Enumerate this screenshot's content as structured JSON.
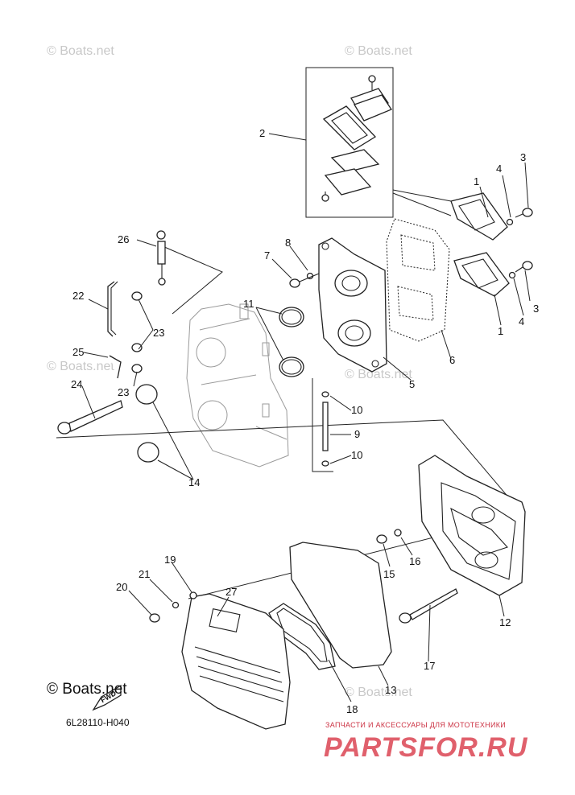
{
  "diagram": {
    "callouts": [
      {
        "id": "c2",
        "text": "2"
      },
      {
        "id": "c1a",
        "text": "1"
      },
      {
        "id": "c4a",
        "text": "4"
      },
      {
        "id": "c3a",
        "text": "3"
      },
      {
        "id": "c26",
        "text": "26"
      },
      {
        "id": "c8",
        "text": "8"
      },
      {
        "id": "c7",
        "text": "7"
      },
      {
        "id": "c22",
        "text": "22"
      },
      {
        "id": "c11",
        "text": "11"
      },
      {
        "id": "c3b",
        "text": "3"
      },
      {
        "id": "c4b",
        "text": "4"
      },
      {
        "id": "c1b",
        "text": "1"
      },
      {
        "id": "c23a",
        "text": "23"
      },
      {
        "id": "c6",
        "text": "6"
      },
      {
        "id": "c25",
        "text": "25"
      },
      {
        "id": "c5",
        "text": "5"
      },
      {
        "id": "c24",
        "text": "24"
      },
      {
        "id": "c23b",
        "text": "23"
      },
      {
        "id": "c10a",
        "text": "10"
      },
      {
        "id": "c9",
        "text": "9"
      },
      {
        "id": "c10b",
        "text": "10"
      },
      {
        "id": "c14",
        "text": "14"
      },
      {
        "id": "c16",
        "text": "16"
      },
      {
        "id": "c15",
        "text": "15"
      },
      {
        "id": "c19",
        "text": "19"
      },
      {
        "id": "c21",
        "text": "21"
      },
      {
        "id": "c27",
        "text": "27"
      },
      {
        "id": "c20",
        "text": "20"
      },
      {
        "id": "c12",
        "text": "12"
      },
      {
        "id": "c17",
        "text": "17"
      },
      {
        "id": "c13",
        "text": "13"
      },
      {
        "id": "c18",
        "text": "18"
      }
    ],
    "drawing_code": "6L28110-H040",
    "fwd_label": "FWD",
    "watermarks": [
      "© Boats.net",
      "© Boats.net",
      "© Boats.net",
      "© Boats.net",
      "© Boats.net",
      "© Boats.net"
    ],
    "watermark_main": "© Boats.net"
  },
  "brand": {
    "tagline": "ЗАПЧАСТИ И АКСЕССУАРЫ ДЛЯ МОТОТЕХНИКИ",
    "logo_text": "PARTSFOR.RU"
  }
}
